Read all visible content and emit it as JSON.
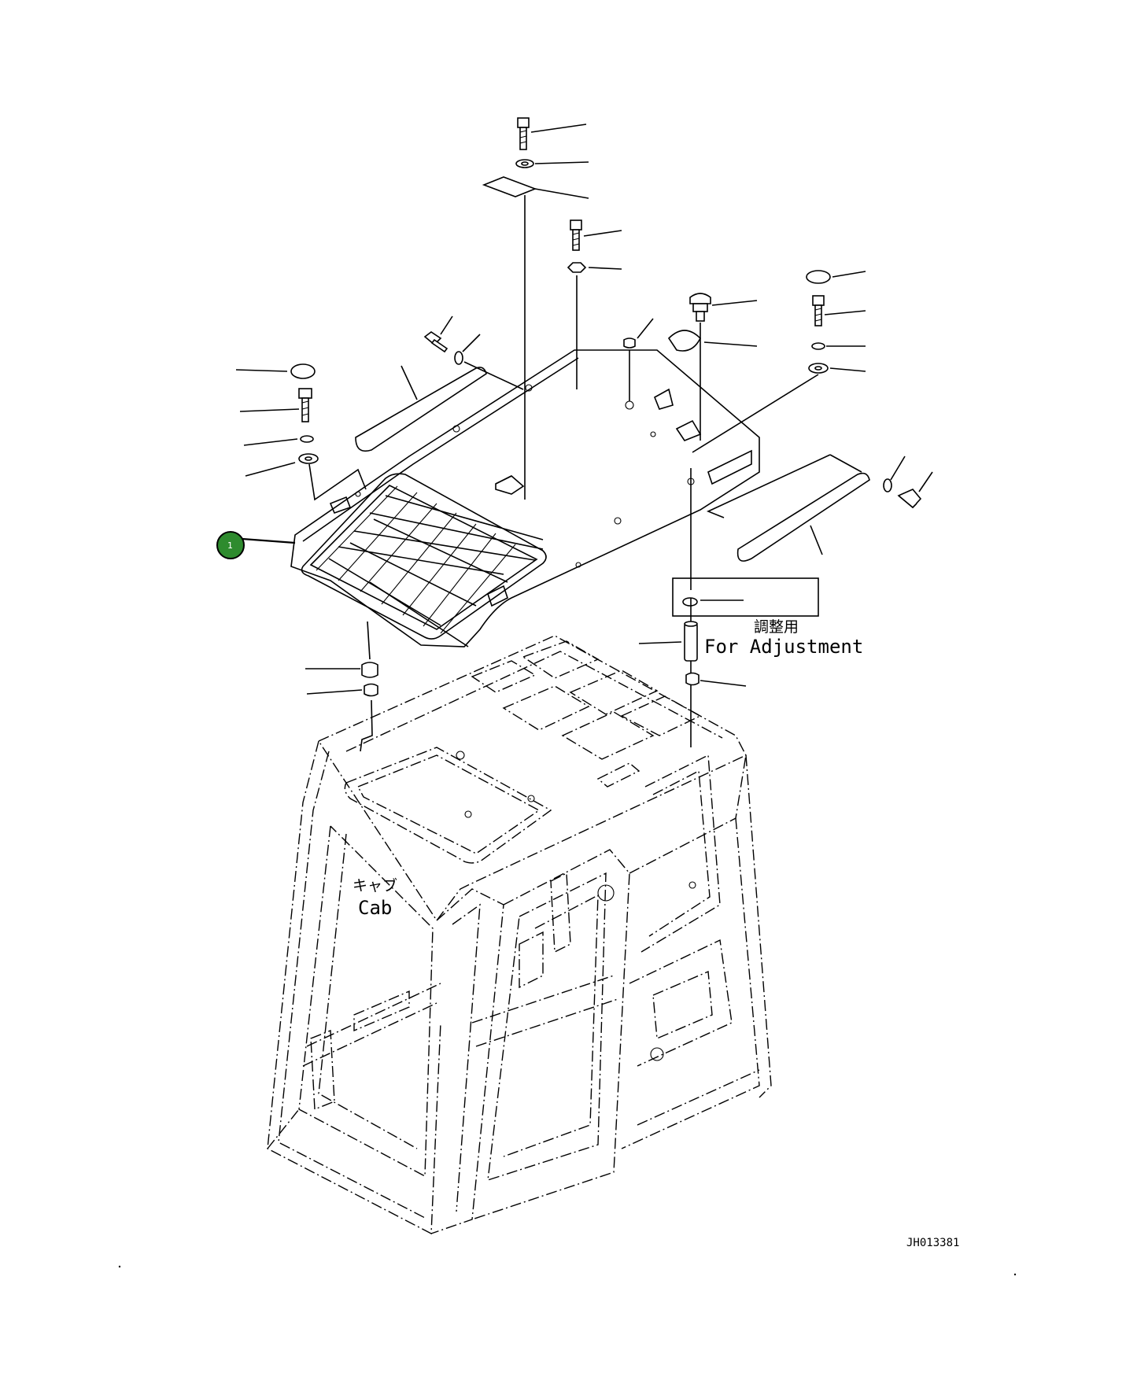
{
  "callout": {
    "number": "1",
    "color": "#2e8b2e"
  },
  "labels": {
    "adjustment_jp": "調整用",
    "adjustment_en": "For Adjustment",
    "cab_jp": "キャブ",
    "cab_en": "Cab"
  },
  "drawing_id": "JH013381"
}
